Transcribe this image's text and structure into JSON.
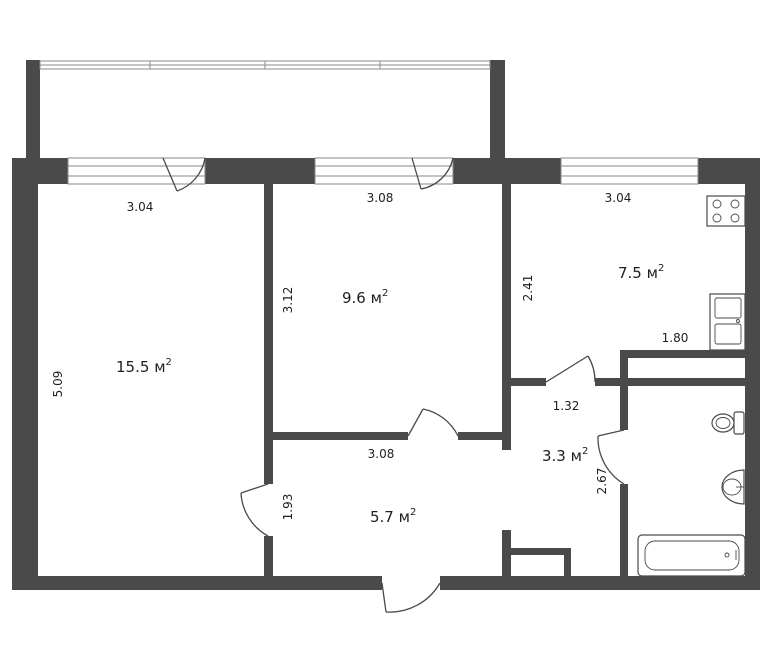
{
  "rooms": [
    {
      "id": "room-1",
      "area": "15.5",
      "unit": "м",
      "sup": "2"
    },
    {
      "id": "room-2",
      "area": "9.6",
      "unit": "м",
      "sup": "2"
    },
    {
      "id": "kitchen",
      "area": "7.5",
      "unit": "м",
      "sup": "2"
    },
    {
      "id": "corridor",
      "area": "3.3",
      "unit": "м",
      "sup": "2"
    },
    {
      "id": "hall",
      "area": "5.7",
      "unit": "м",
      "sup": "2"
    }
  ],
  "dimensions": {
    "room1_width": "3.04",
    "room1_height": "5.09",
    "room2_width": "3.08",
    "room2_height": "3.12",
    "kitchen_width": "3.04",
    "kitchen_height": "2.41",
    "kitchen_inner": "1.80",
    "corridor_width": "1.32",
    "corridor_height": "2.67",
    "hall_width": "3.08",
    "hall_height": "1.93"
  },
  "colors": {
    "wall": "#4a4a4b",
    "background": "#ffffff",
    "text": "#1e1e1e"
  }
}
